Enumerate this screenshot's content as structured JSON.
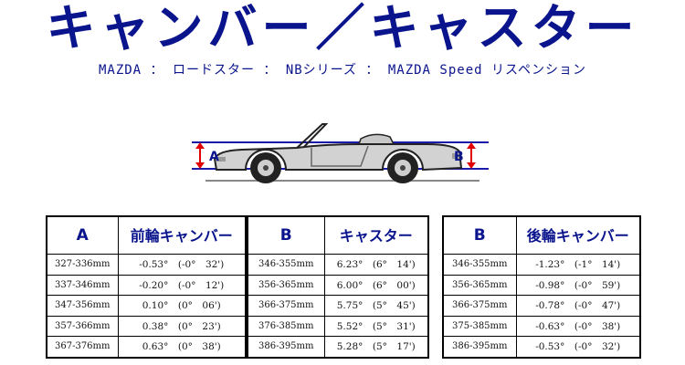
{
  "header": {
    "title": "キャンバー／キャスター",
    "subtitle": "MAZDA ： ロードスター ： NBシリーズ ： MAZDA Speed リスペンション"
  },
  "diagram": {
    "label_a": "A",
    "label_b": "B",
    "arrow_color": "#e00000",
    "guide_color": "#1a1aaa"
  },
  "tables": [
    {
      "col1_header": "A",
      "col2_header": "前輪キャンバー",
      "rows": [
        {
          "range": "327-336mm",
          "value": "-0.53°　(-0°　32')"
        },
        {
          "range": "337-346mm",
          "value": "-0.20°　(-0°　12')"
        },
        {
          "range": "347-356mm",
          "value": "0.10°　(0°　06')"
        },
        {
          "range": "357-366mm",
          "value": "0.38°　(0°　23')"
        },
        {
          "range": "367-376mm",
          "value": "0.63°　(0°　38')"
        }
      ]
    },
    {
      "col1_header": "B",
      "col2_header": "キャスター",
      "rows": [
        {
          "range": "346-355mm",
          "value": "6.23°　(6°　14')"
        },
        {
          "range": "356-365mm",
          "value": "6.00°　(6°　00')"
        },
        {
          "range": "366-375mm",
          "value": "5.75°　(5°　45')"
        },
        {
          "range": "376-385mm",
          "value": "5.52°　(5°　31')"
        },
        {
          "range": "386-395mm",
          "value": "5.28°　(5°　17')"
        }
      ]
    },
    {
      "col1_header": "B",
      "col2_header": "後輪キャンバー",
      "rows": [
        {
          "range": "346-355mm",
          "value": "-1.23°　(-1°　14')"
        },
        {
          "range": "356-365mm",
          "value": "-0.98°　(-0°　59')"
        },
        {
          "range": "366-375mm",
          "value": "-0.78°　(-0°　47')"
        },
        {
          "range": "375-385mm",
          "value": "-0.63°　(-0°　38')"
        },
        {
          "range": "386-395mm",
          "value": "-0.53°　(-0°　32')"
        }
      ]
    }
  ]
}
